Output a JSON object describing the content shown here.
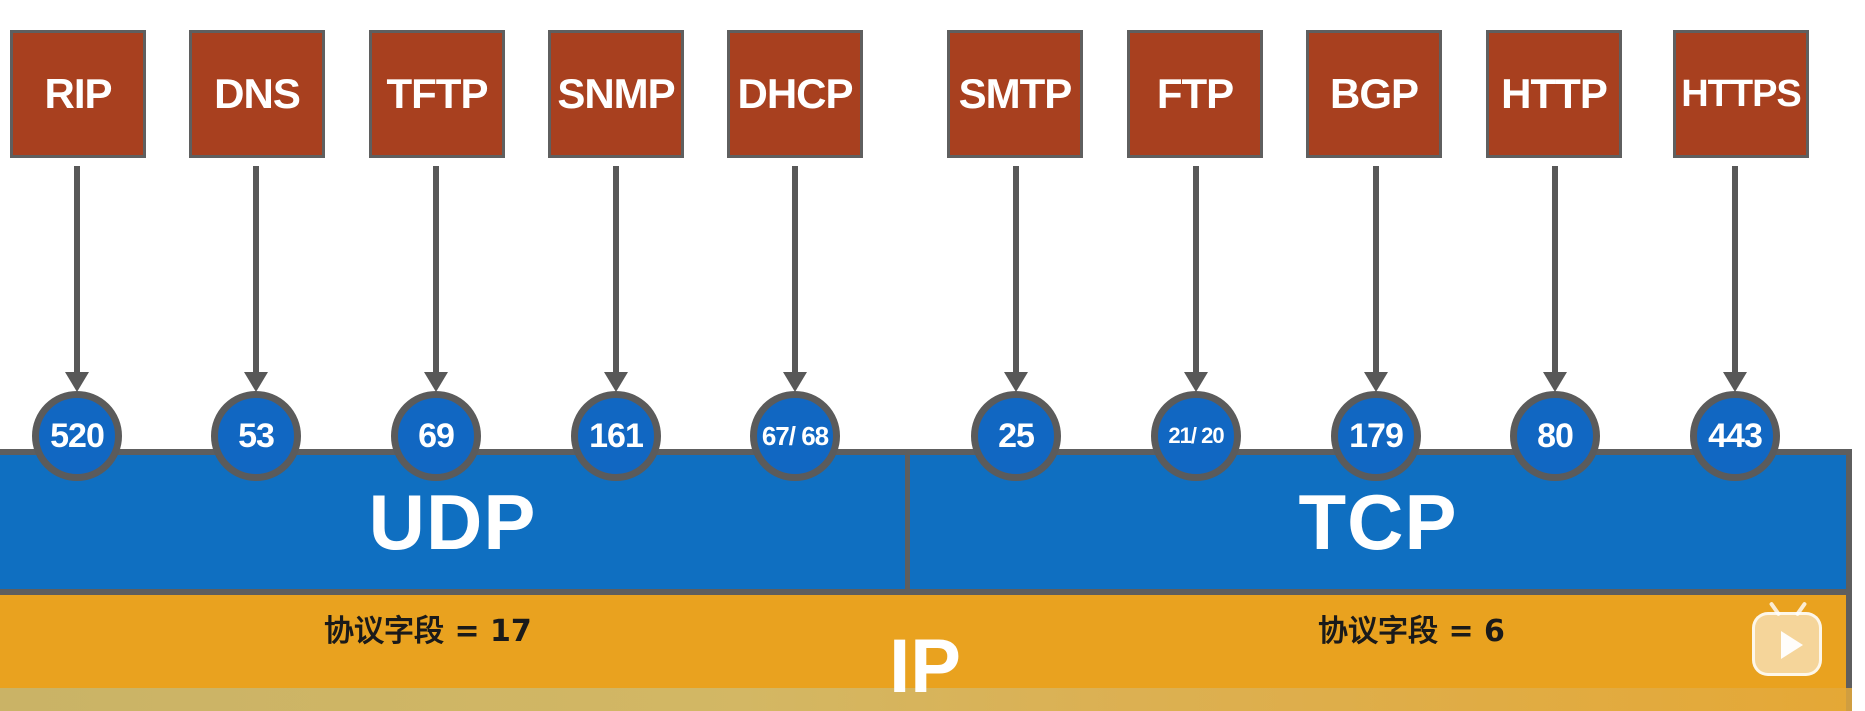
{
  "colors": {
    "protocol_box": "#a8401f",
    "arrow": "#585858",
    "port_circle": "#1167c2",
    "udp_bar": "#0f6fc1",
    "tcp_bar": "#0f6fc1",
    "ip_layer": "#e9a21f"
  },
  "protocols": [
    {
      "name": "RIP",
      "port": "520",
      "layer": "udp"
    },
    {
      "name": "DNS",
      "port": "53",
      "layer": "udp"
    },
    {
      "name": "TFTP",
      "port": "69",
      "layer": "udp"
    },
    {
      "name": "SNMP",
      "port": "161",
      "layer": "udp"
    },
    {
      "name": "DHCP",
      "port": "67/ 68",
      "layer": "udp"
    },
    {
      "name": "SMTP",
      "port": "25",
      "layer": "tcp"
    },
    {
      "name": "FTP",
      "port": "21/ 20",
      "layer": "tcp"
    },
    {
      "name": "BGP",
      "port": "179",
      "layer": "tcp"
    },
    {
      "name": "HTTP",
      "port": "80",
      "layer": "tcp"
    },
    {
      "name": "HTTPS",
      "port": "443",
      "layer": "tcp"
    }
  ],
  "udp": {
    "label": "UDP",
    "protocol_field": "协议字段 = 17"
  },
  "tcp": {
    "label": "TCP",
    "protocol_field": "协议字段 = 6"
  },
  "ip": {
    "label": "IP"
  },
  "overlay": {
    "icon": "bilibili-play-icon"
  }
}
